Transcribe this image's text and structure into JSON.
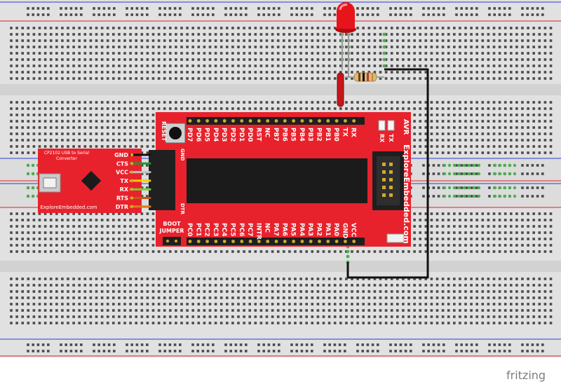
{
  "watermark": "fritzing",
  "dev_board": {
    "brand": "ExploreEmbedded.com",
    "reset_label": "RESET",
    "avr_label": "AVR",
    "tx_led": "TX",
    "rx_led": "RX",
    "boot_jumper": [
      "BOOT",
      "JUMPER"
    ],
    "header_top_label": "GND",
    "header_bottom_label": "DTR",
    "top_pins": [
      "PD7",
      "PD6",
      "PD5",
      "PD4",
      "PD3",
      "PD2",
      "PD1",
      "PD0",
      "RST",
      "NC",
      "PB7",
      "PB6",
      "PB5",
      "PB4",
      "PB3",
      "PB2",
      "PB1",
      "PB0",
      "TX",
      "RX"
    ],
    "bottom_pins": [
      "PC0",
      "PC1",
      "PC2",
      "PC3",
      "PC4",
      "PC5",
      "PC6",
      "PC7",
      "INTR",
      "NC",
      "PA7",
      "PA6",
      "PA5",
      "PA4",
      "PA3",
      "PA2",
      "PA1",
      "PA0",
      "GND",
      "VCC"
    ]
  },
  "usb_serial": {
    "title": "CP2102 USB to Serial",
    "subtitle": "Converter",
    "brand": "ExploreEmbedded.com",
    "pins": [
      "GND",
      "CTS",
      "VCC",
      "TX",
      "RX",
      "RTS",
      "DTR"
    ]
  },
  "colors": {
    "board_red": "#e8222c",
    "breadboard": "#e1e1e1",
    "rail_red": "#d8232a",
    "rail_blue": "#2d3bd6",
    "led": "#e8141c",
    "wire": "#111111",
    "green_hole": "#4caf50"
  }
}
